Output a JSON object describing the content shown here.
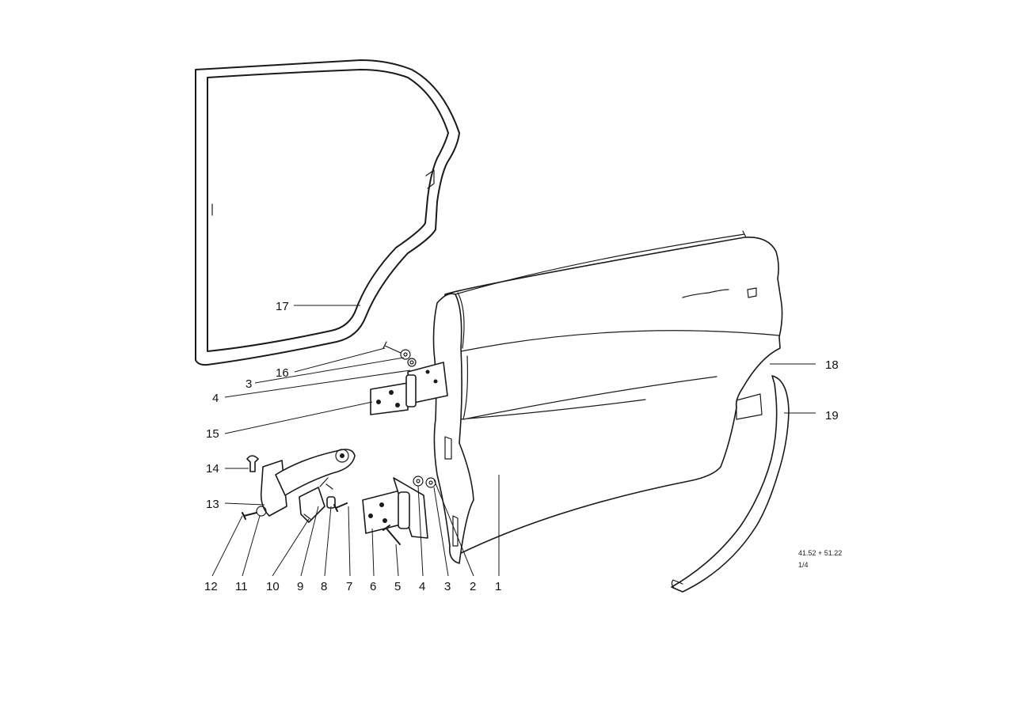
{
  "callouts": {
    "c1": "1",
    "c2": "2",
    "c3a": "3",
    "c3b": "3",
    "c4a": "4",
    "c4b": "4",
    "c5": "5",
    "c6": "6",
    "c7": "7",
    "c8": "8",
    "c9": "9",
    "c10": "10",
    "c11": "11",
    "c12": "12",
    "c13": "13",
    "c14": "14",
    "c15": "15",
    "c16": "16",
    "c17": "17",
    "c18": "18",
    "c19": "19"
  },
  "reference": {
    "code": "41.52 + 51.22",
    "sheet": "1/4"
  }
}
